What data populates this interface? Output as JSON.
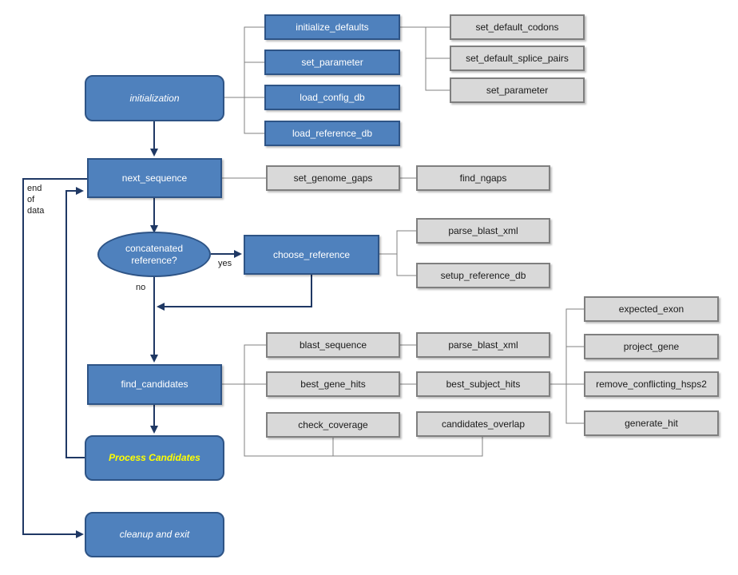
{
  "nodes": {
    "initialization": "initialization",
    "initialize_defaults": "initialize_defaults",
    "set_parameter_blue": "set_parameter",
    "load_config_db": "load_config_db",
    "load_reference_db": "load_reference_db",
    "set_default_codons": "set_default_codons",
    "set_default_splice_pairs": "set_default_splice_pairs",
    "set_parameter_grey": "set_parameter",
    "next_sequence": "next_sequence",
    "set_genome_gaps": "set_genome_gaps",
    "find_ngaps": "find_ngaps",
    "concatenated_reference_line1": "concatenated",
    "concatenated_reference_line2": "reference?",
    "choose_reference": "choose_reference",
    "parse_blast_xml_1": "parse_blast_xml",
    "setup_reference_db": "setup_reference_db",
    "find_candidates": "find_candidates",
    "blast_sequence": "blast_sequence",
    "parse_blast_xml_2": "parse_blast_xml",
    "best_gene_hits": "best_gene_hits",
    "best_subject_hits": "best_subject_hits",
    "check_coverage": "check_coverage",
    "candidates_overlap": "candidates_overlap",
    "expected_exon": "expected_exon",
    "project_gene": "project_gene",
    "remove_conflicting_hsps2": "remove_conflicting_hsps2",
    "generate_hit": "generate_hit",
    "process_candidates": "Process Candidates",
    "cleanup_and_exit": "cleanup and exit"
  },
  "labels": {
    "end_of_data_1": "end",
    "end_of_data_2": "of",
    "end_of_data_3": "data",
    "yes": "yes",
    "no": "no"
  },
  "colors": {
    "primary_fill": "#4f81bd",
    "primary_border": "#2e5486",
    "secondary_fill": "#d9d9d9",
    "secondary_border": "#7f7f7f",
    "highlight_text": "#ffff00"
  }
}
